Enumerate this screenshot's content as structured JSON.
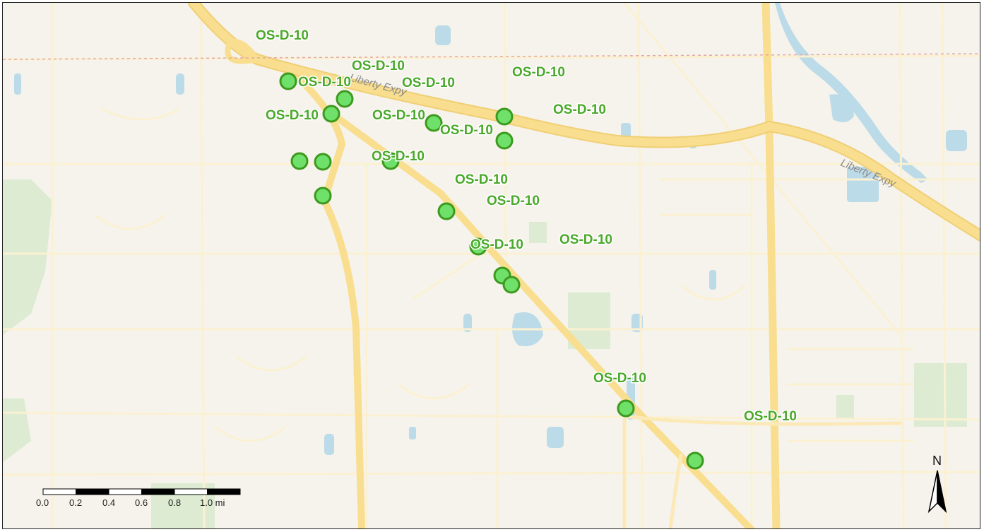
{
  "map": {
    "road_labels": [
      {
        "text": "Liberty Expy",
        "id": "road-label-liberty-expy-1"
      },
      {
        "text": "Liberty Expy",
        "id": "road-label-liberty-expy-2"
      }
    ],
    "site_label": "OS-D-10",
    "colors": {
      "point_fill": "#6fe06a",
      "point_stroke": "#3d9a1e",
      "label": "#4aa82a",
      "highway": "#f8de8e",
      "road": "#fbf1d2",
      "water": "#bcdbe8",
      "park": "#d9ebd0",
      "background": "#f6f3ec"
    }
  },
  "scale_bar": {
    "ticks": [
      "0.0",
      "0.2",
      "0.4",
      "0.6",
      "0.8",
      "1.0 mi"
    ]
  },
  "north_arrow": {
    "label": "N"
  }
}
